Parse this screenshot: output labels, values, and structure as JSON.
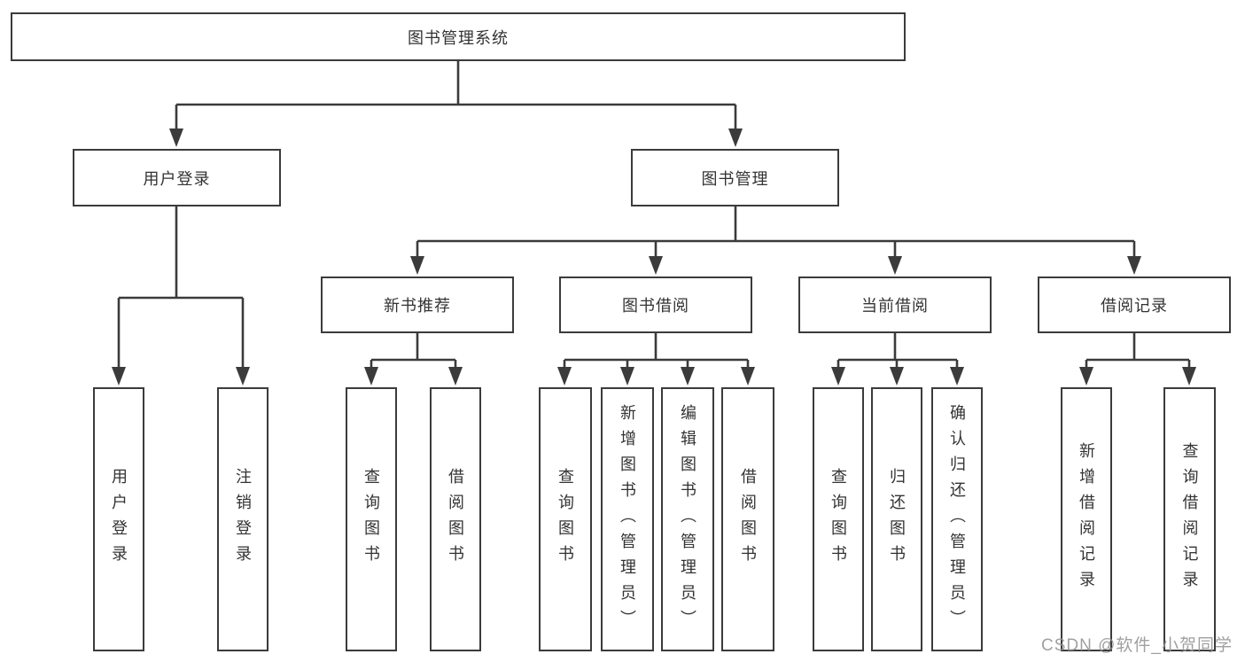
{
  "diagram_type": "tree",
  "colors": {
    "line": "#3b3b3b",
    "text": "#333333",
    "background": "#ffffff",
    "watermark": "#969696"
  },
  "tree": {
    "label": "图书管理系统",
    "children": [
      {
        "label": "用户登录",
        "children": [
          {
            "label": "用户登录"
          },
          {
            "label": "注销登录"
          }
        ]
      },
      {
        "label": "图书管理",
        "children": [
          {
            "label": "新书推荐",
            "children": [
              {
                "label": "查询图书"
              },
              {
                "label": "借阅图书"
              }
            ]
          },
          {
            "label": "图书借阅",
            "children": [
              {
                "label": "查询图书"
              },
              {
                "label": "新增图书（管理员）"
              },
              {
                "label": "编辑图书（管理员）"
              },
              {
                "label": "借阅图书"
              }
            ]
          },
          {
            "label": "当前借阅",
            "children": [
              {
                "label": "查询图书"
              },
              {
                "label": "归还图书"
              },
              {
                "label": "确认归还（管理员）"
              }
            ]
          },
          {
            "label": "借阅记录",
            "children": [
              {
                "label": "新增借阅记录"
              },
              {
                "label": "查询借阅记录"
              }
            ]
          }
        ]
      }
    ]
  },
  "watermark": {
    "text": "CSDN @软件_小贺同学"
  }
}
